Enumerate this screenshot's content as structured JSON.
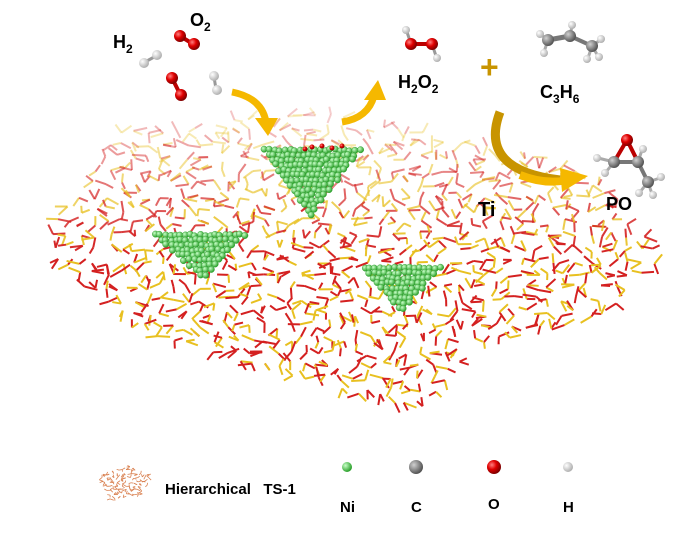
{
  "labels": {
    "h2": {
      "main": "H",
      "sub": "2"
    },
    "o2": {
      "main": "O",
      "sub": "2"
    },
    "h2o2": {
      "p1": "H",
      "s1": "2",
      "p2": "O",
      "s2": "2"
    },
    "plus": "+",
    "c3h6": {
      "p1": "C",
      "s1": "3",
      "p2": "H",
      "s2": "6"
    },
    "ti": "Ti",
    "po": "PO"
  },
  "legend": {
    "framework": "Hierarchical   TS-1",
    "atoms": [
      {
        "label": "Ni",
        "color": "#5fd35f"
      },
      {
        "label": "C",
        "color": "#8a8a8a"
      },
      {
        "label": "O",
        "color": "#e00000"
      },
      {
        "label": "H",
        "color": "#e8e8e8"
      }
    ]
  },
  "colors": {
    "arrow": "#f5b800",
    "arrow_dark": "#c89400",
    "plus": "#c89400",
    "lattice_o": "#d42020",
    "lattice_si": "#e8c020",
    "ni": "#5fd35f"
  }
}
